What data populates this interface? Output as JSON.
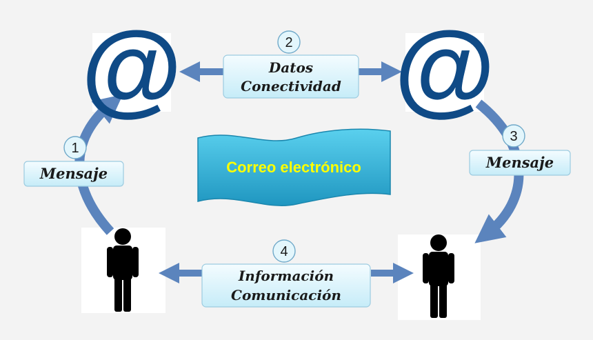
{
  "title": "Correo electrónico",
  "steps": [
    {
      "number": "1",
      "lines": [
        "Mensaje"
      ]
    },
    {
      "number": "2",
      "lines": [
        "Datos",
        "Conectividad"
      ]
    },
    {
      "number": "3",
      "lines": [
        "Mensaje"
      ]
    },
    {
      "number": "4",
      "lines": [
        "Información",
        "Comunicación"
      ]
    }
  ],
  "nodes": {
    "email_symbol": "@"
  },
  "colors": {
    "arrow": "#5b84bd",
    "label_box": "#e3f6fc",
    "banner": "#37b8d9",
    "at_symbol": "#0f4a86",
    "title_text": "#ffff00"
  }
}
